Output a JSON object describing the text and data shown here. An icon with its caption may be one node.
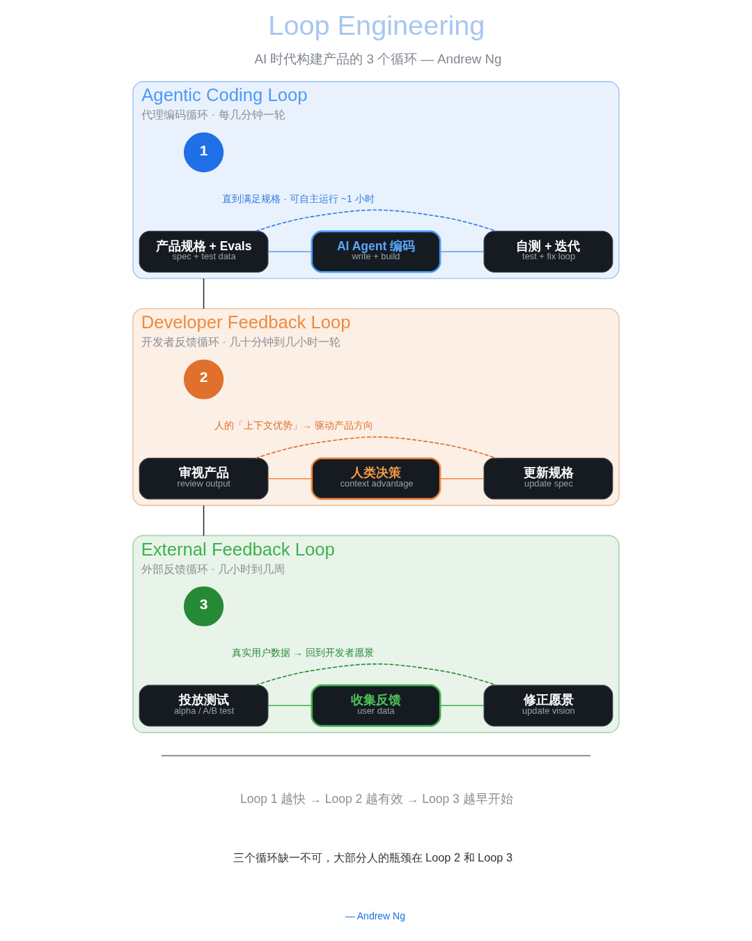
{
  "diagram": {
    "title": "Loop Engineering",
    "nodes": [
      {
        "text": [
          "Agentic Coding Loop",
          "代理编码循环 · 每几分钟一轮"
        ]
      },
      {
        "text": [
          "1"
        ],
        "in": 0
      },
      {
        "text": [
          "产品规格 + Evals",
          "spec + test data"
        ],
        "in": 0
      },
      {
        "text": [
          "AI Agent 编码",
          "write + build"
        ],
        "in": 0
      },
      {
        "text": [
          "自测 + 迭代",
          "test + fix loop"
        ],
        "in": 0
      },
      {
        "text": [
          "Developer Feedback Loop",
          "开发者反馈循环 · 几十分钟到几小时一轮"
        ]
      },
      {
        "text": [
          "2"
        ],
        "in": 5
      },
      {
        "text": [
          "审视产品",
          "review output"
        ],
        "in": 5
      },
      {
        "text": [
          "人类决策",
          "context advantage"
        ],
        "in": 5
      },
      {
        "text": [
          "更新规格",
          "update spec"
        ],
        "in": 5
      },
      {
        "text": [
          "External Feedback Loop",
          "外部反馈循环 · 几小时到几周"
        ]
      },
      {
        "text": [
          "3"
        ],
        "in": 10
      },
      {
        "text": [
          "投放测试",
          "alpha / A/B test"
        ],
        "in": 10
      },
      {
        "text": [
          "收集反馈",
          "user data"
        ],
        "in": 10
      },
      {
        "text": [
          "修正愿景",
          "update vision"
        ],
        "in": 10
      }
    ],
    "edges": [
      {
        "from": 2,
        "to": 3,
        "arrow": "none",
        "color": "#5b9cf0"
      },
      {
        "from": 3,
        "to": 4,
        "arrow": "none",
        "color": "#5b9cf0"
      },
      {
        "from": 2,
        "to": 4,
        "arrow": "none",
        "style": "dashed",
        "color": "#2f7de1",
        "label": "直到满足规格 · 可自主运行 ~1 小时"
      },
      {
        "from": 0,
        "to": 5,
        "arrow": "none",
        "color": "#222222"
      },
      {
        "from": 7,
        "to": 8,
        "arrow": "none",
        "color": "#ef8a3e"
      },
      {
        "from": 8,
        "to": 9,
        "arrow": "none",
        "color": "#ef8a3e"
      },
      {
        "from": 7,
        "to": 9,
        "arrow": "none",
        "style": "dashed",
        "color": "#e0702c",
        "label": "人的「上下文优势」→ 驱动产品方向"
      },
      {
        "from": 5,
        "to": 10,
        "arrow": "none",
        "color": "#222222"
      },
      {
        "from": 12,
        "to": 13,
        "arrow": "none",
        "color": "#3fb24d"
      },
      {
        "from": 13,
        "to": 14,
        "arrow": "none",
        "color": "#3fb24d"
      },
      {
        "from": 12,
        "to": 14,
        "arrow": "none",
        "style": "dashed",
        "color": "#2a8a3a",
        "label": "真实用户数据 → 回到开发者愿景"
      }
    ],
    "labels": [
      "AI 时代构建产品的 3 个循环 — Andrew Ng",
      "Loop 1 越快 → Loop 2 越有效 → Loop 3 越早开始",
      "三个循环缺一不可，大部分人的瓶颈在 Loop 2 和 Loop 3",
      "— Andrew Ng"
    ]
  }
}
